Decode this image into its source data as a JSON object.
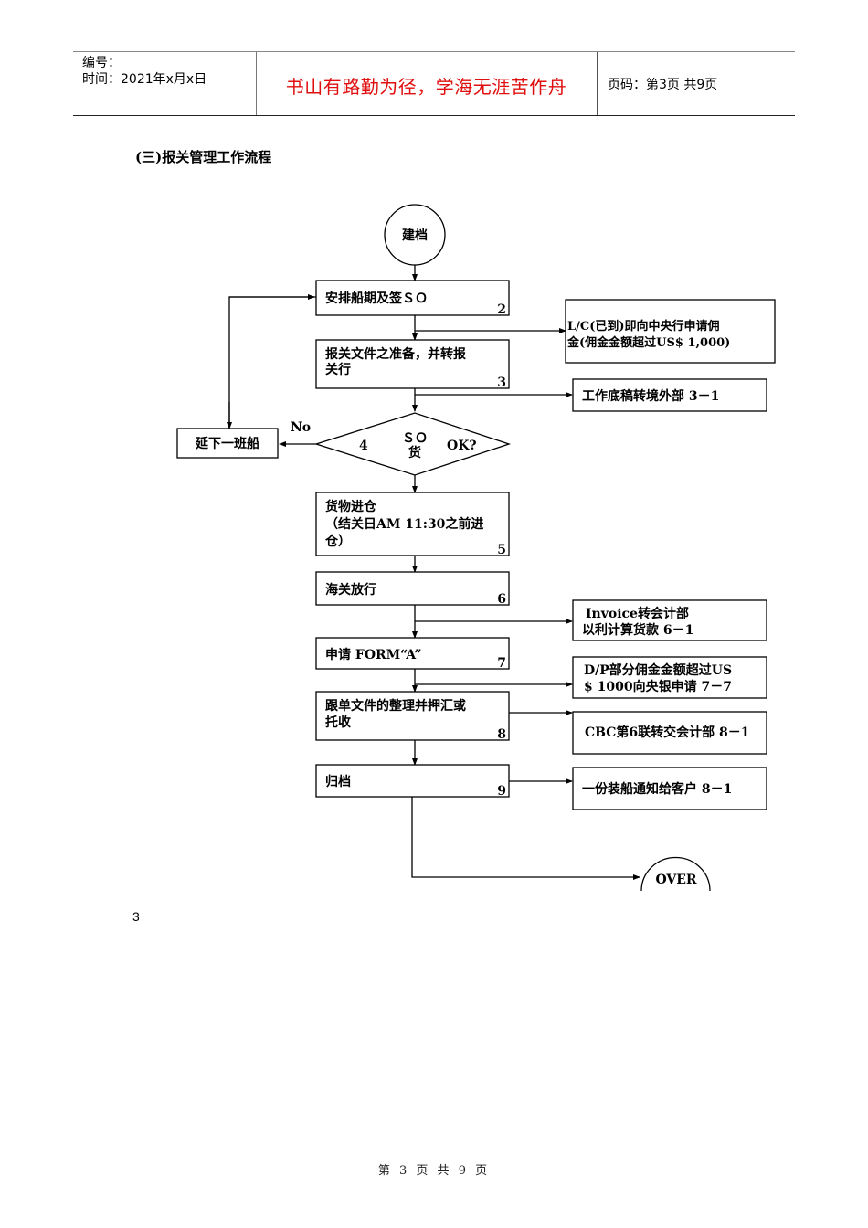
{
  "header": {
    "serial_label": "编号：",
    "time_label": "时间：2021年x月x日",
    "motto": "书山有路勤为径，学海无涯苦作舟",
    "page_code": "页码：第3页 共9页",
    "motto_color": "#e01010"
  },
  "section_title": "(三)报关管理工作流程",
  "flowchart": {
    "start": "建档",
    "end": "OVER",
    "steps": [
      {
        "lines": [
          "安排船期及签ＳＯ"
        ],
        "num": "2"
      },
      {
        "lines": [
          "报关文件之准备，并转报",
          "关行"
        ],
        "num": "3"
      },
      {
        "lines": [
          "货物进仓",
          "（结关日AM 11:30之前进",
          "仓）"
        ],
        "num": "5"
      },
      {
        "lines": [
          "海关放行"
        ],
        "num": "6"
      },
      {
        "lines": [
          "申请 FORM“A”"
        ],
        "num": "7"
      },
      {
        "lines": [
          "跟单文件的整理并押汇或",
          "托收"
        ],
        "num": "8"
      },
      {
        "lines": [
          "归档"
        ],
        "num": "9"
      }
    ],
    "decision": {
      "num": "4",
      "line1": "ＳＯ",
      "line2": "货",
      "question": "OK?",
      "no_label": "No"
    },
    "delay_box": "延下一班船",
    "side_notes": [
      {
        "lines": [
          "L/C(已到)即向中央行申请佣",
          "金(佣金金额超过US$ 1,000)"
        ]
      },
      {
        "lines": [
          "工作底稿转境外部 3－1"
        ]
      },
      {
        "lines": [
          "Invoice转会计部",
          "以利计算货款 6－1"
        ]
      },
      {
        "lines": [
          "D/P部分佣金金额超过US",
          "$ 1000向央银申请 7－7"
        ]
      },
      {
        "lines": [
          "CBC第6联转交会计部 8－1"
        ]
      },
      {
        "lines": [
          "一份装船通知给客户 8－1"
        ]
      }
    ]
  },
  "page_number": "3",
  "footer": "第 3 页 共 9 页"
}
